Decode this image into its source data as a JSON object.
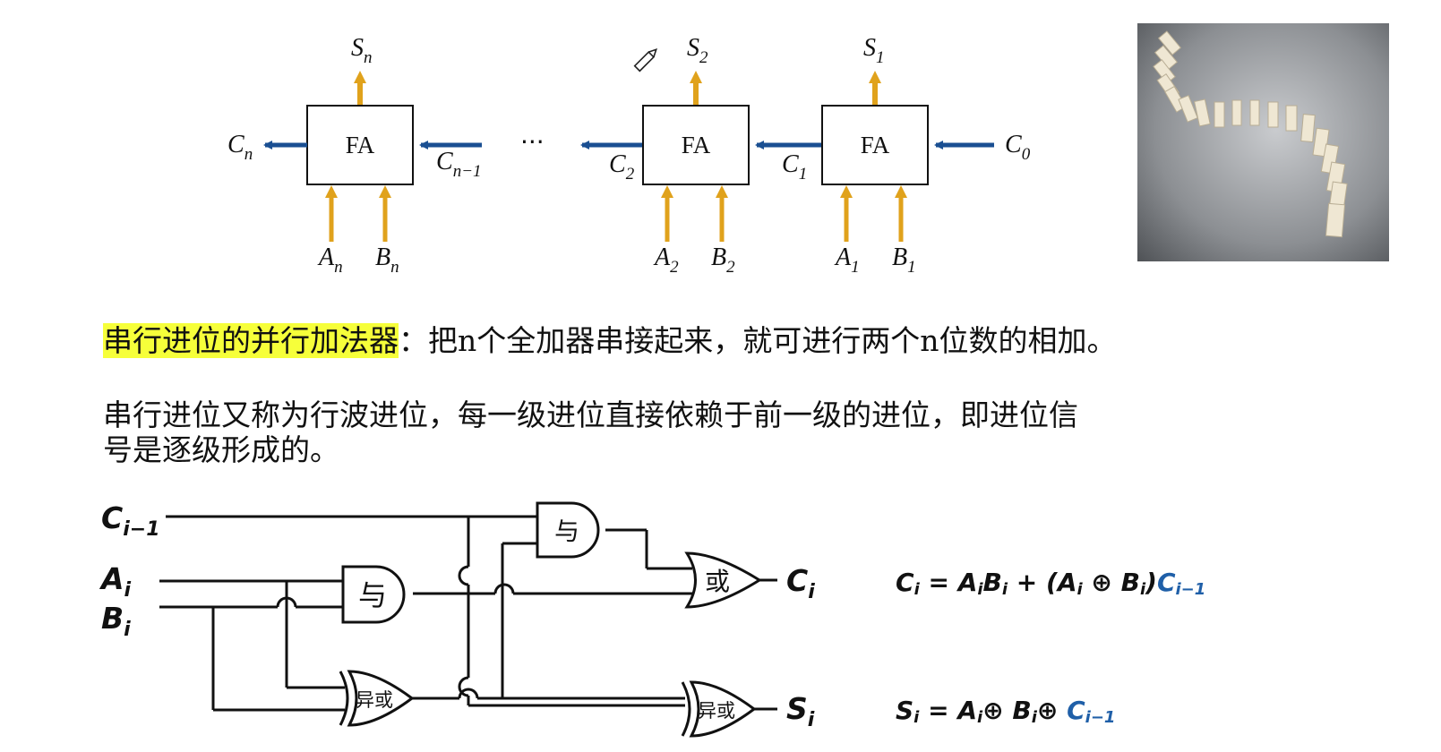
{
  "fa_chain": {
    "stages": [
      {
        "box_label": "FA",
        "sum": "S",
        "sum_sub": "n",
        "a": "A",
        "a_sub": "n",
        "b": "B",
        "b_sub": "n",
        "carry_out": "C",
        "carry_out_sub": "n",
        "carry_in": "C",
        "carry_in_sub": "n−1"
      },
      {
        "box_label": "FA",
        "sum": "S",
        "sum_sub": "2",
        "a": "A",
        "a_sub": "2",
        "b": "B",
        "b_sub": "2",
        "carry_out": "C",
        "carry_out_sub": "2",
        "carry_in": "C",
        "carry_in_sub": "1"
      },
      {
        "box_label": "FA",
        "sum": "S",
        "sum_sub": "1",
        "a": "A",
        "a_sub": "1",
        "b": "B",
        "b_sub": "1",
        "carry_in": "C",
        "carry_in_sub": "0"
      }
    ],
    "ellipsis": "···",
    "arrow_color": "#1a4f92",
    "input_arrow_color": "#e0a21c",
    "pencil_icon": "pencil-icon",
    "domino_image": "domino-photo"
  },
  "text": {
    "term": "串行进位的并行加法器",
    "definition": "：把n个全加器串接起来，就可进行两个n位数的相加。",
    "para_line1": "串行进位又称为行波进位，每一级进位直接依赖于前一级的进位，即进位信",
    "para_line2": "号是逐级形成的。",
    "highlight_color": "#f6ff3a"
  },
  "circuit": {
    "inputs": {
      "c": "C",
      "c_sub": "i−1",
      "a": "A",
      "a_sub": "i",
      "b": "B",
      "b_sub": "i"
    },
    "outputs": {
      "c": "C",
      "c_sub": "i",
      "s": "S",
      "s_sub": "i"
    },
    "gates": {
      "and1": "与",
      "and2": "与",
      "or": "或",
      "xor1": "异或",
      "xor2": "异或"
    },
    "formula_c": {
      "lhs": "C",
      "lhs_sub": "i",
      "eq": " = ",
      "t1": "A",
      "t1_sub": "i",
      "t2": "B",
      "t2_sub": "i",
      "plus": " + (",
      "t3": "A",
      "t3_sub": "i",
      "xor": " ⊕ ",
      "t4": "B",
      "t4_sub": "i",
      "close": ")",
      "t5": "C",
      "t5_sub": "i−1"
    },
    "formula_s": {
      "lhs": "S",
      "lhs_sub": "i",
      "eq": " = ",
      "t1": "A",
      "t1_sub": "i",
      "xor1": "⊕ ",
      "t2": "B",
      "t2_sub": "i",
      "xor2": "⊕ ",
      "t3": "C",
      "t3_sub": "i−1"
    },
    "highlight_color": "#1f5fa8"
  }
}
